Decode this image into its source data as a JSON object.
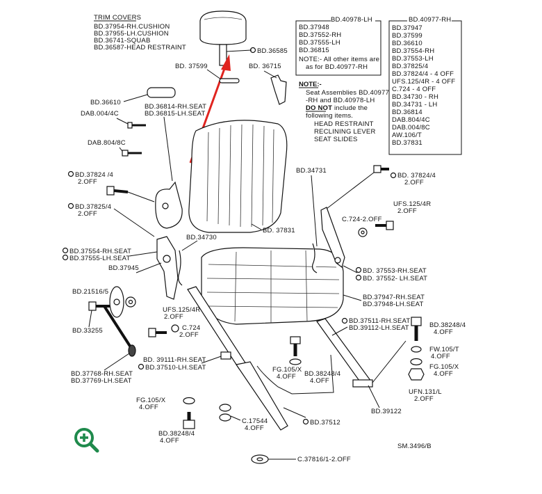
{
  "diagram": {
    "trim_header": "TRIM COVERS",
    "trim_items": [
      "BD.37954-RH.CUSHION",
      "BD.37955-LH.CUSHION",
      "BD.36741-SQUAB",
      "BD.36587-HEAD RESTRAINT"
    ],
    "box_lh": {
      "title": "BD.40978-LH",
      "items": [
        "BD.37948",
        "BD.37552-RH",
        "BD.37555-LH",
        "BD.36815"
      ],
      "note1": "NOTE:- All other items are",
      "note2": "as for BD.40977-RH"
    },
    "box_rh": {
      "title": "BD.40977-RH",
      "items": [
        "BD.37947",
        "BD.37599",
        "BD.36610",
        "BD.37554-RH",
        "BD.37553-LH",
        "BD.37825/4",
        "BD.37824/4 - 4 OFF",
        "UFS.125/4R - 4 OFF",
        "C.724 - 4 OFF",
        "BD.34730 - RH",
        "BD.34731 - LH",
        "BD.36814",
        "DAB.804/4C",
        "DAB.004/8C",
        "AW.106/T",
        "BD.37831"
      ]
    },
    "note_block": {
      "heading": "NOTE:-",
      "lines": [
        "Seat Assemblies BD.40977",
        "-RH and BD.40978-LH"
      ],
      "not_label": "DO NOT",
      "not_rest": " include the",
      "lines2": [
        "following items."
      ],
      "items": [
        "HEAD RESTRAINT",
        "RECLINING LEVER",
        "SEAT SLIDES"
      ]
    },
    "callouts": {
      "bd36585": "BD.36585",
      "bd37599": "BD. 37599",
      "bd36715": "BD. 36715",
      "bd36610": "BD.36610",
      "bd36814": "BD.36814-RH.SEAT",
      "bd36815": "BD.36815-LH.SEAT",
      "dab004": "DAB.004/4C",
      "dab804": "DAB.804/8C",
      "bd37824l_1": "BD.37824 /4",
      "bd37824l_2": "2.OFF",
      "bd37825_1": "BD.37825/4",
      "bd37825_2": "2.OFF",
      "bd37554": "BD.37554-RH.SEAT",
      "bd37555": "BD.37555-LH.SEAT",
      "bd37945": "BD.37945",
      "bd21516": "BD.21516/5",
      "bd33255": "BD.33255",
      "bd37768": "BD.37768-RH.SEAT",
      "bd37769": "BD.37769-LH.SEAT",
      "bd34730": "BD.34730",
      "bd37831": "BD. 37831",
      "bd34731": "BD.34731",
      "bd37824r_1": "BD. 37824/4",
      "bd37824r_2": "2.OFF",
      "ufs125r_1": "UFS.125/4R",
      "ufs125r_2": "2.OFF",
      "c724r": "C.724-2.OFF",
      "bd37553": "BD. 37553-RH.SEAT",
      "bd37552": "BD. 37552- LH.SEAT",
      "bd37947": "BD.37947-RH.SEAT",
      "bd37948": "BD.37948-LH.SEAT",
      "ufs125l_1": "UFS.125/4R",
      "ufs125l_2": "2.OFF",
      "c724l_1": "C.724",
      "c724l_2": "2.OFF",
      "bd37511": "BD.37511-RH.SEAT",
      "bd39112": "BD.39112-LH.SEAT",
      "bd38248r_1": "BD.38248/4",
      "bd38248r_2": "4.OFF",
      "fw105_1": "FW.105/T",
      "fw105_2": "4.OFF",
      "fg105r_1": "FG.105/X",
      "fg105r_2": "4.OFF",
      "ufn131_1": "UFN.131/L",
      "ufn131_2": "2.OFF",
      "bd39122": "BD.39122",
      "bd39111": "BD. 39111-RH.SEAT",
      "bd37510": "BD.37510-LH.SEAT",
      "fg105m_1": "FG.105/X",
      "fg105m_2": "4.OFF",
      "bd38248m_1": "BD.38248/4",
      "bd38248m_2": "4.OFF",
      "fg105l_1": "FG.105/X",
      "fg105l_2": "4.OFF",
      "bd38248l_1": "BD.38248/4",
      "bd38248l_2": "4.OFF",
      "c17544_1": "C.17544",
      "c17544_2": "4.OFF",
      "bd37512": "BD.37512",
      "c37816": "C.37816/1-2.OFF",
      "sm": "SM.3496/B"
    },
    "colors": {
      "arrow": "#e0241f",
      "zoom": "#1f8a4c",
      "ink": "#111111"
    }
  },
  "controls": {
    "zoom_icon": "zoom-in-icon"
  }
}
